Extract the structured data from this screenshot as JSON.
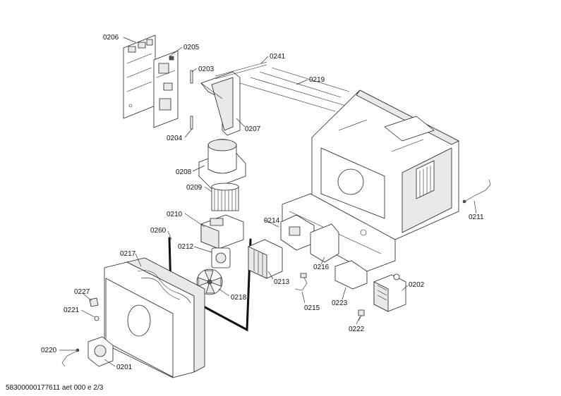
{
  "labels": {
    "p0206": "0206",
    "p0205": "0205",
    "p0203": "0203",
    "p0241": "0241",
    "p0219": "0219",
    "p0207": "0207",
    "p0204": "0204",
    "p0208": "0208",
    "p0209": "0209",
    "p0210": "0210",
    "p0260": "0260",
    "p0214": "0214",
    "p0212": "0212",
    "p0217": "0217",
    "p0211": "0211",
    "p0216": "0216",
    "p0213": "0213",
    "p0218": "0218",
    "p0227": "0227",
    "p0221": "0221",
    "p0215": "0215",
    "p0223": "0223",
    "p0202": "0202",
    "p0222": "0222",
    "p0220": "0220",
    "p0201": "0201"
  },
  "footer": "58300000177611 aet 000 e 2/3"
}
